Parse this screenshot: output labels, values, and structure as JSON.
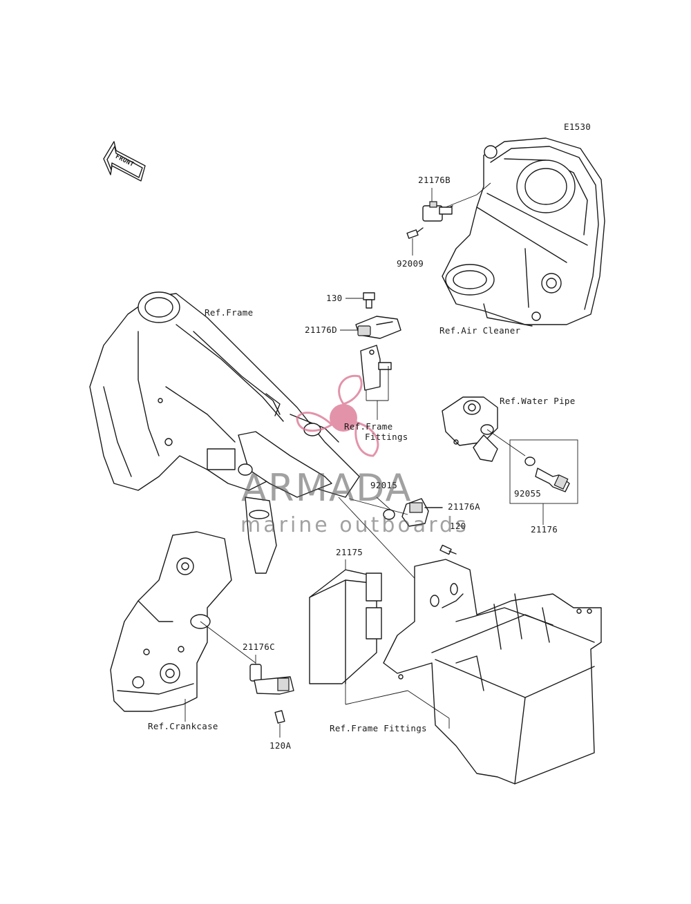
{
  "diagram_code": "E1530",
  "front_arrow_text": "FRONT",
  "parts": {
    "p21176B": "21176B",
    "p92009": "92009",
    "p130": "130",
    "p21176D": "21176D",
    "p92015": "92015",
    "p21176A": "21176A",
    "p120": "120",
    "p21175": "21175",
    "p92055": "92055",
    "p21176": "21176",
    "p21176C": "21176C",
    "p120A": "120A"
  },
  "refs": {
    "frame": "Ref.Frame",
    "air_cleaner": "Ref.Air Cleaner",
    "frame_fittings_1": "Ref.Frame",
    "frame_fittings_2": "Fittings",
    "water_pipe": "Ref.Water Pipe",
    "crankcase": "Ref.Crankcase",
    "frame_fittings_bottom": "Ref.Frame Fittings"
  },
  "watermark": {
    "brand": "ARMADA",
    "tagline": "marine outboards"
  },
  "colors": {
    "line": "#1a1a1a",
    "watermark_pink": "#d9708e",
    "watermark_gray": "#555555"
  }
}
